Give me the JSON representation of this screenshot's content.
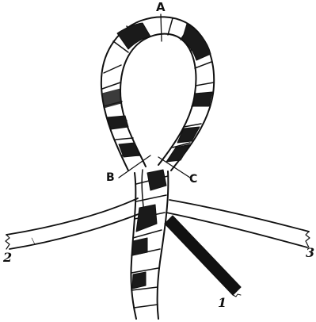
{
  "figure": {
    "labels": {
      "a": "A",
      "b": "B",
      "c": "C",
      "strand_1": "1",
      "strand_2": "2",
      "strand_3": "3"
    },
    "colors": {
      "ink": "#111111",
      "paper": "#ffffff"
    }
  }
}
